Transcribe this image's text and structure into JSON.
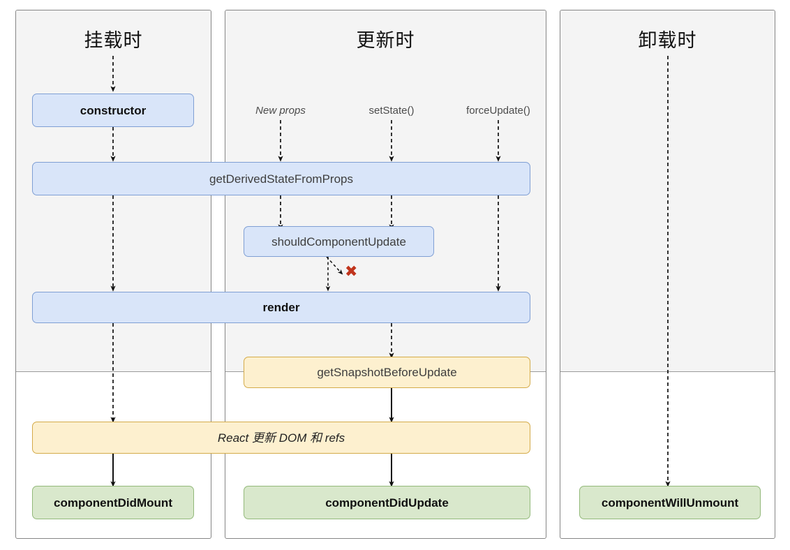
{
  "diagram": {
    "title_mount": "挂载时",
    "title_update": "更新时",
    "title_unmount": "卸载时",
    "colors": {
      "blue_fill": "#d9e5f9",
      "blue_border": "#7f9fd4",
      "yellow_fill": "#fdf0cf",
      "yellow_border": "#d4ab49",
      "green_fill": "#d9e8cc",
      "green_border": "#93b97a",
      "panel_top_bg": "#f4f4f4",
      "panel_border": "#868686",
      "x_mark": "#c0341c",
      "arrow": "#111111"
    }
  },
  "triggers": {
    "new_props": "New props",
    "set_state": "setState()",
    "force_update": "forceUpdate()"
  },
  "nodes": {
    "constructor": "constructor",
    "get_derived_state_from_props": "getDerivedStateFromProps",
    "should_component_update": "shouldComponentUpdate",
    "render": "render",
    "get_snapshot_before_update": "getSnapshotBeforeUpdate",
    "react_updates_dom": "React 更新 DOM 和 refs",
    "component_did_mount": "componentDidMount",
    "component_did_update": "componentDidUpdate",
    "component_will_unmount": "componentWillUnmount"
  },
  "markers": {
    "skip_render_x": "✖"
  }
}
